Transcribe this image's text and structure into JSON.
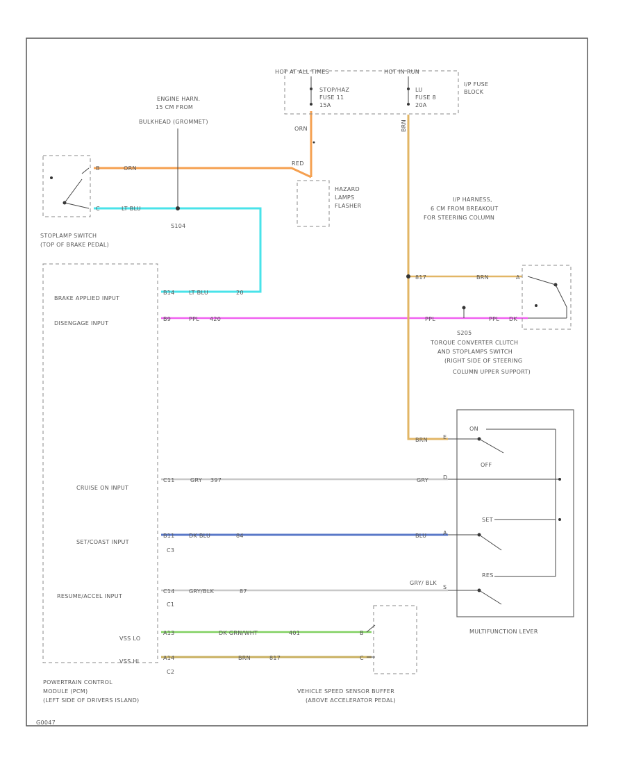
{
  "colors": {
    "orange": "#f5a050",
    "light_blue": "#49e3ea",
    "purple": "#f060f0",
    "tan": "#e2b665",
    "gray": "#c8c8c8",
    "dark_blue": "#5a78c8",
    "green": "#80d060",
    "tan_dark": "#c8b060"
  },
  "fuse_block": {
    "hot_all_times": "HOT AT ALL TIMES",
    "hot_in_run": "HOT IN RUN",
    "block_label": [
      "I/P FUSE",
      "BLOCK"
    ],
    "fuse_stoplamp": [
      "STOP/HAZ",
      "FUSE 11",
      "15A"
    ],
    "fuse_lu": [
      "LU",
      "FUSE 8",
      "20A"
    ]
  },
  "engine_harn": [
    "ENGINE HARN.",
    "15 CM FROM",
    "BULKHEAD (GROMMET)"
  ],
  "hazard_flasher": [
    "HAZARD",
    "LAMPS",
    "FLASHER"
  ],
  "ip_harness": [
    "I/P HARNESS,",
    "6 CM FROM BREAKOUT",
    "FOR STEERING COLUMN"
  ],
  "stoplamp_switch": [
    "STOPLAMP SWITCH",
    "(TOP OF BRAKE PEDAL)"
  ],
  "tcc_switch": [
    "TORQUE CONVERTER CLUTCH",
    "AND STOPLAMPS SWITCH",
    "(RIGHT SIDE OF STEERING",
    "COLUMN UPPER SUPPORT)"
  ],
  "pcm": [
    "POWERTRAIN CONTROL",
    "MODULE (PCM)",
    "(LEFT SIDE OF DRIVERS ISLAND)"
  ],
  "vss": [
    "VEHICLE SPEED SENSOR BUFFER",
    "(ABOVE ACCELERATOR PEDAL)"
  ],
  "multifunction_lever": "MULTIFUNCTION LEVER",
  "pcm_inputs": {
    "brake": "BRAKE APPLIED INPUT",
    "disengage": "DISENGAGE INPUT",
    "cruise_on": "CRUISE ON INPUT",
    "set_coast": "SET/COAST INPUT",
    "resume": "RESUME/ACCEL INPUT",
    "vss_lo": "VSS LO",
    "vss_hi": "VSS HI"
  },
  "wire_labels": {
    "orn_top": "ORN",
    "red": "RED",
    "orn_sw": "ORN",
    "lt_blu_sw": "LT BLU",
    "lt_blu_pcm": "LT BLU",
    "ppl_pcm": "PPL",
    "ppl_1": "PPL",
    "ppl_2": "PPL",
    "brn_1": "BRN",
    "brn_2": "BRN",
    "brn_3": "BRN",
    "gry_pcm": "GRY",
    "gry_sw": "GRY",
    "dk_blu_pcm": "DK BLU",
    "blu_sw": "BLU",
    "gry_blk_pcm": "GRY/BLK",
    "gry_blk_sw": "GRY/ BLK",
    "dk_grn": "DK GRN/WHT",
    "brn_vss": "BRN"
  },
  "pins": {
    "b": "B",
    "c": "C",
    "e": "E",
    "d": "D",
    "a": "A",
    "s": "S",
    "dk": "DK",
    "b14": "B14",
    "b9": "B9",
    "c11": "C11",
    "b11": "B11",
    "c14": "C14",
    "a13": "A13",
    "a14": "A14",
    "c3": "C3",
    "c1": "C1",
    "c2": "C2",
    "n20": "20",
    "n420": "420",
    "n397": "397",
    "n84": "84",
    "n87": "87",
    "n401": "401",
    "n817": "817",
    "n817b": "817"
  },
  "splices": {
    "s104": "S104",
    "s205": "S205"
  },
  "switch_labels": {
    "on": "ON",
    "off": "OFF",
    "set": "SET",
    "res": "RES"
  },
  "footer_id": "G0047"
}
